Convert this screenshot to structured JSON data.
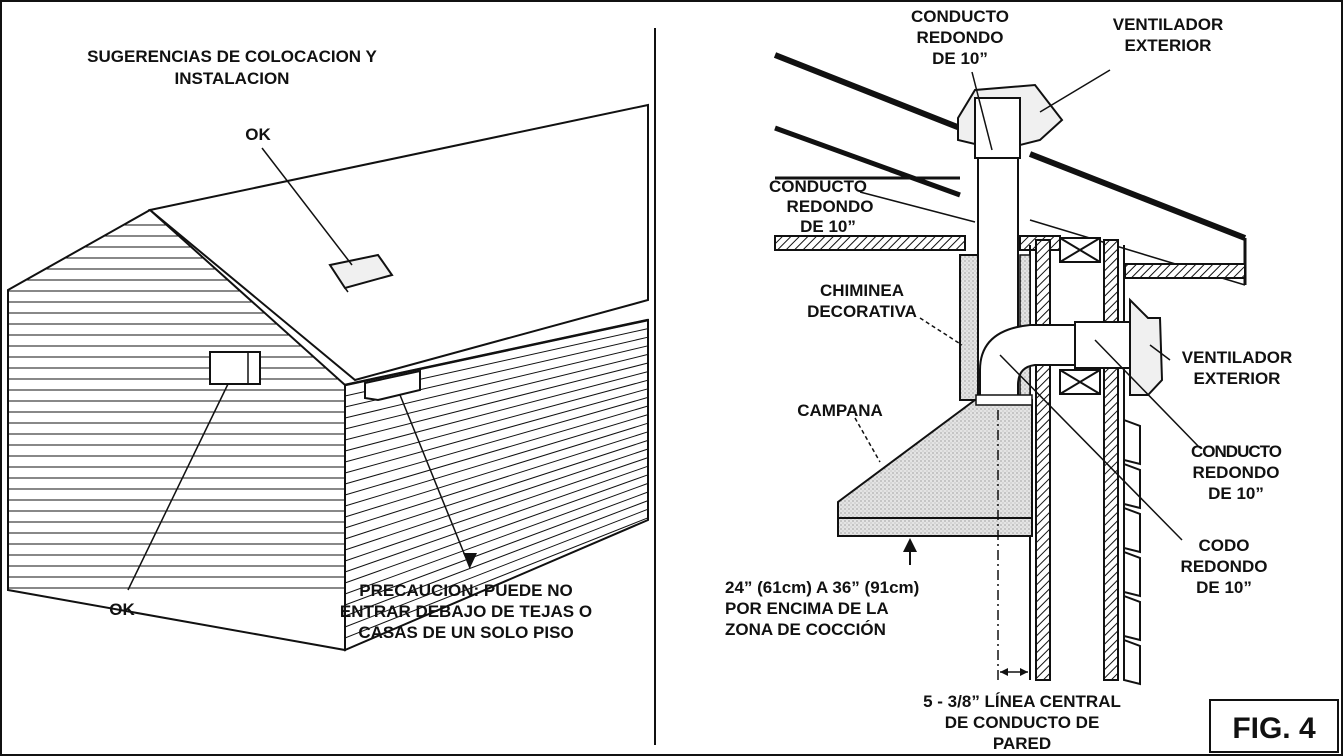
{
  "colors": {
    "ink": "#111111",
    "paper": "#ffffff",
    "stipple": "#e4e4e4",
    "shade": "#f0f0f0"
  },
  "left_panel": {
    "title_line1": "SUGERENCIAS DE COLOCACION Y",
    "title_line2": "INSTALACION",
    "ok_roof": "OK",
    "ok_wall": "OK",
    "caution_line1": "PRECAUCION: PUEDE NO",
    "caution_line2": "ENTRAR DEBAJO DE TEJAS O",
    "caution_line3": "CASAS DE UN SOLO PISO"
  },
  "right_panel": {
    "top_duct_line1": "CONDUCTO",
    "top_duct_line2": "REDONDO",
    "top_duct_line3": "DE 10”",
    "top_fan_line1": "VENTILADOR",
    "top_fan_line2": "EXTERIOR",
    "mid_duct_line1": "CONDUCTO",
    "mid_duct_line2": "REDONDO",
    "mid_duct_line3": "DE 10”",
    "chimney_line1": "CHIMINEA",
    "chimney_line2": "DECORATIVA",
    "hood": "CAMPANA",
    "wall_fan_line1": "VENTILADOR",
    "wall_fan_line2": "EXTERIOR",
    "wall_duct_line1": "CONDUCTO",
    "wall_duct_line2": "REDONDO",
    "wall_duct_line3": "DE 10”",
    "elbow_line1": "CODO",
    "elbow_line2": "REDONDO",
    "elbow_line3": "DE 10”",
    "height_line1": "24” (61cm) A 36” (91cm)",
    "height_line2": "POR ENCIMA DE LA",
    "height_line3": "ZONA DE COCCIÓN",
    "center_line1": "5 - 3/8” LÍNEA CENTRAL",
    "center_line2": "DE CONDUCTO DE",
    "center_line3": "PARED"
  },
  "figure_label": "FIG. 4"
}
